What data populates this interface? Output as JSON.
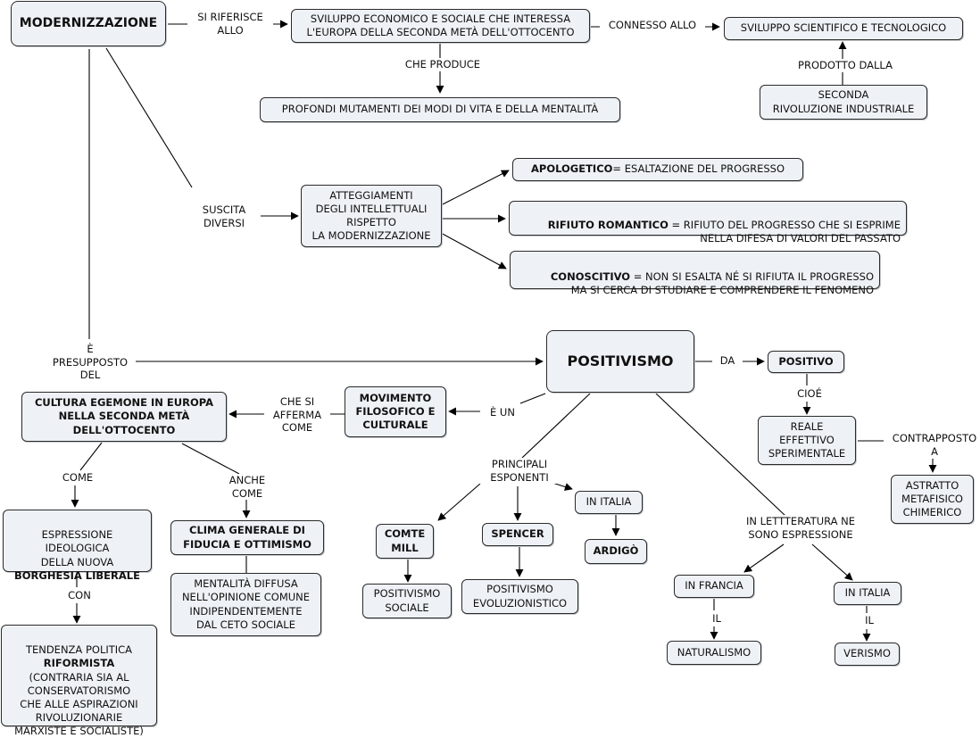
{
  "nodes": {
    "modernizzazione": "MODERNIZZAZIONE",
    "sviluppo_econ": "SVILUPPO ECONOMICO E SOCIALE CHE INTERESSA\nL'EUROPA DELLA SECONDA METÀ DELL'OTTOCENTO",
    "sviluppo_sci": "SVILUPPO SCIENTIFICO E TECNOLOGICO",
    "seconda_riv": "SECONDA\nRIVOLUZIONE INDUSTRIALE",
    "mutamenti": "PROFONDI MUTAMENTI DEI MODI DI VITA E DELLA MENTALITÀ",
    "atteggiamenti": "ATTEGGIAMENTI\nDEGLI INTELLETTUALI\nRISPETTO\nLA MODERNIZZAZIONE",
    "apologetico_key": "APOLOGETICO",
    "apologetico_text": " = ESALTAZIONE DEL PROGRESSO",
    "romantico_key": "RIFIUTO ROMANTICO",
    "romantico_text": " = RIFIUTO DEL PROGRESSO CHE SI ESPRIME\nNELLA DIFESA DI VALORI DEL PASSATO",
    "conoscitivo_key": "CONOSCITIVO",
    "conoscitivo_text": " = NON SI ESALTA NÉ SI RIFIUTA IL PROGRESSO\nMA SI CERCA DI STUDIARE E COMPRENDERE IL FENOMENO",
    "positivismo": "POSITIVISMO",
    "positivo": "POSITIVO",
    "reale": "REALE\nEFFETTIVO\nSPERIMENTALE",
    "astratto": "ASTRATTO\nMETAFISICO\nCHIMERICO",
    "movimento": "MOVIMENTO\nFILOSOFICO E\nCULTURALE",
    "cultura": "CULTURA EGEMONE IN EUROPA\nNELLA SECONDA METÀ\nDELL'OTTOCENTO",
    "espressione_text": "ESPRESSIONE\nIDEOLOGICA\nDELLA NUOVA\n",
    "espressione_key": "BORGHESIA LIBERALE",
    "tendenza_pre": "TENDENZA POLITICA\n",
    "tendenza_key": "RIFORMISTA",
    "tendenza_post": "\n(CONTRARIA SIA AL\nCONSERVATORISMO\nCHE ALLE ASPIRAZIONI\nRIVOLUZIONARIE\nMARXISTE E SOCIALISTE)",
    "clima": "CLIMA GENERALE DI\nFIDUCIA E OTTIMISMO",
    "mentalita": "MENTALITÀ DIFFUSA\nNELL'OPINIONE COMUNE\nINDIPENDENTEMENTE\nDAL CETO SOCIALE",
    "comte": "COMTE\nMILL",
    "spencer": "SPENCER",
    "in_italia_1": "IN ITALIA",
    "ardigo": "ARDIGÒ",
    "pos_sociale": "POSITIVISMO\nSOCIALE",
    "pos_evoluz": "POSITIVISMO\nEVOLUZIONISTICO",
    "in_francia": "IN FRANCIA",
    "in_italia_2": "IN ITALIA",
    "naturalismo": "NATURALISMO",
    "verismo": "VERISMO"
  },
  "links": {
    "si_riferisce": "SI RIFERISCE\nALLO",
    "connesso": "CONNESSO ALLO",
    "prodotto": "PRODOTTO DALLA",
    "che_produce": "CHE PRODUCE",
    "suscita": "SUSCITA\nDIVERSI",
    "presupposto": "È\nPRESUPPOSTO\nDEL",
    "da": "DA",
    "cioe": "CIOÉ",
    "contrapposto": "CONTRAPPOSTO\nA",
    "e_un": "È UN",
    "che_si_afferma": "CHE SI\nAFFERMA\nCOME",
    "come": "COME",
    "anche_come": "ANCHE\nCOME",
    "con": "CON",
    "principali": "PRINCIPALI\nESPONENTI",
    "in_letteratura": "IN LETTTERATURA NE\nSONO ESPRESSIONE",
    "il_1": "IL",
    "il_2": "IL"
  },
  "colors": {
    "node_fill": "#eef2f6",
    "node_border": "#2a2a2a",
    "line": "#000000"
  }
}
